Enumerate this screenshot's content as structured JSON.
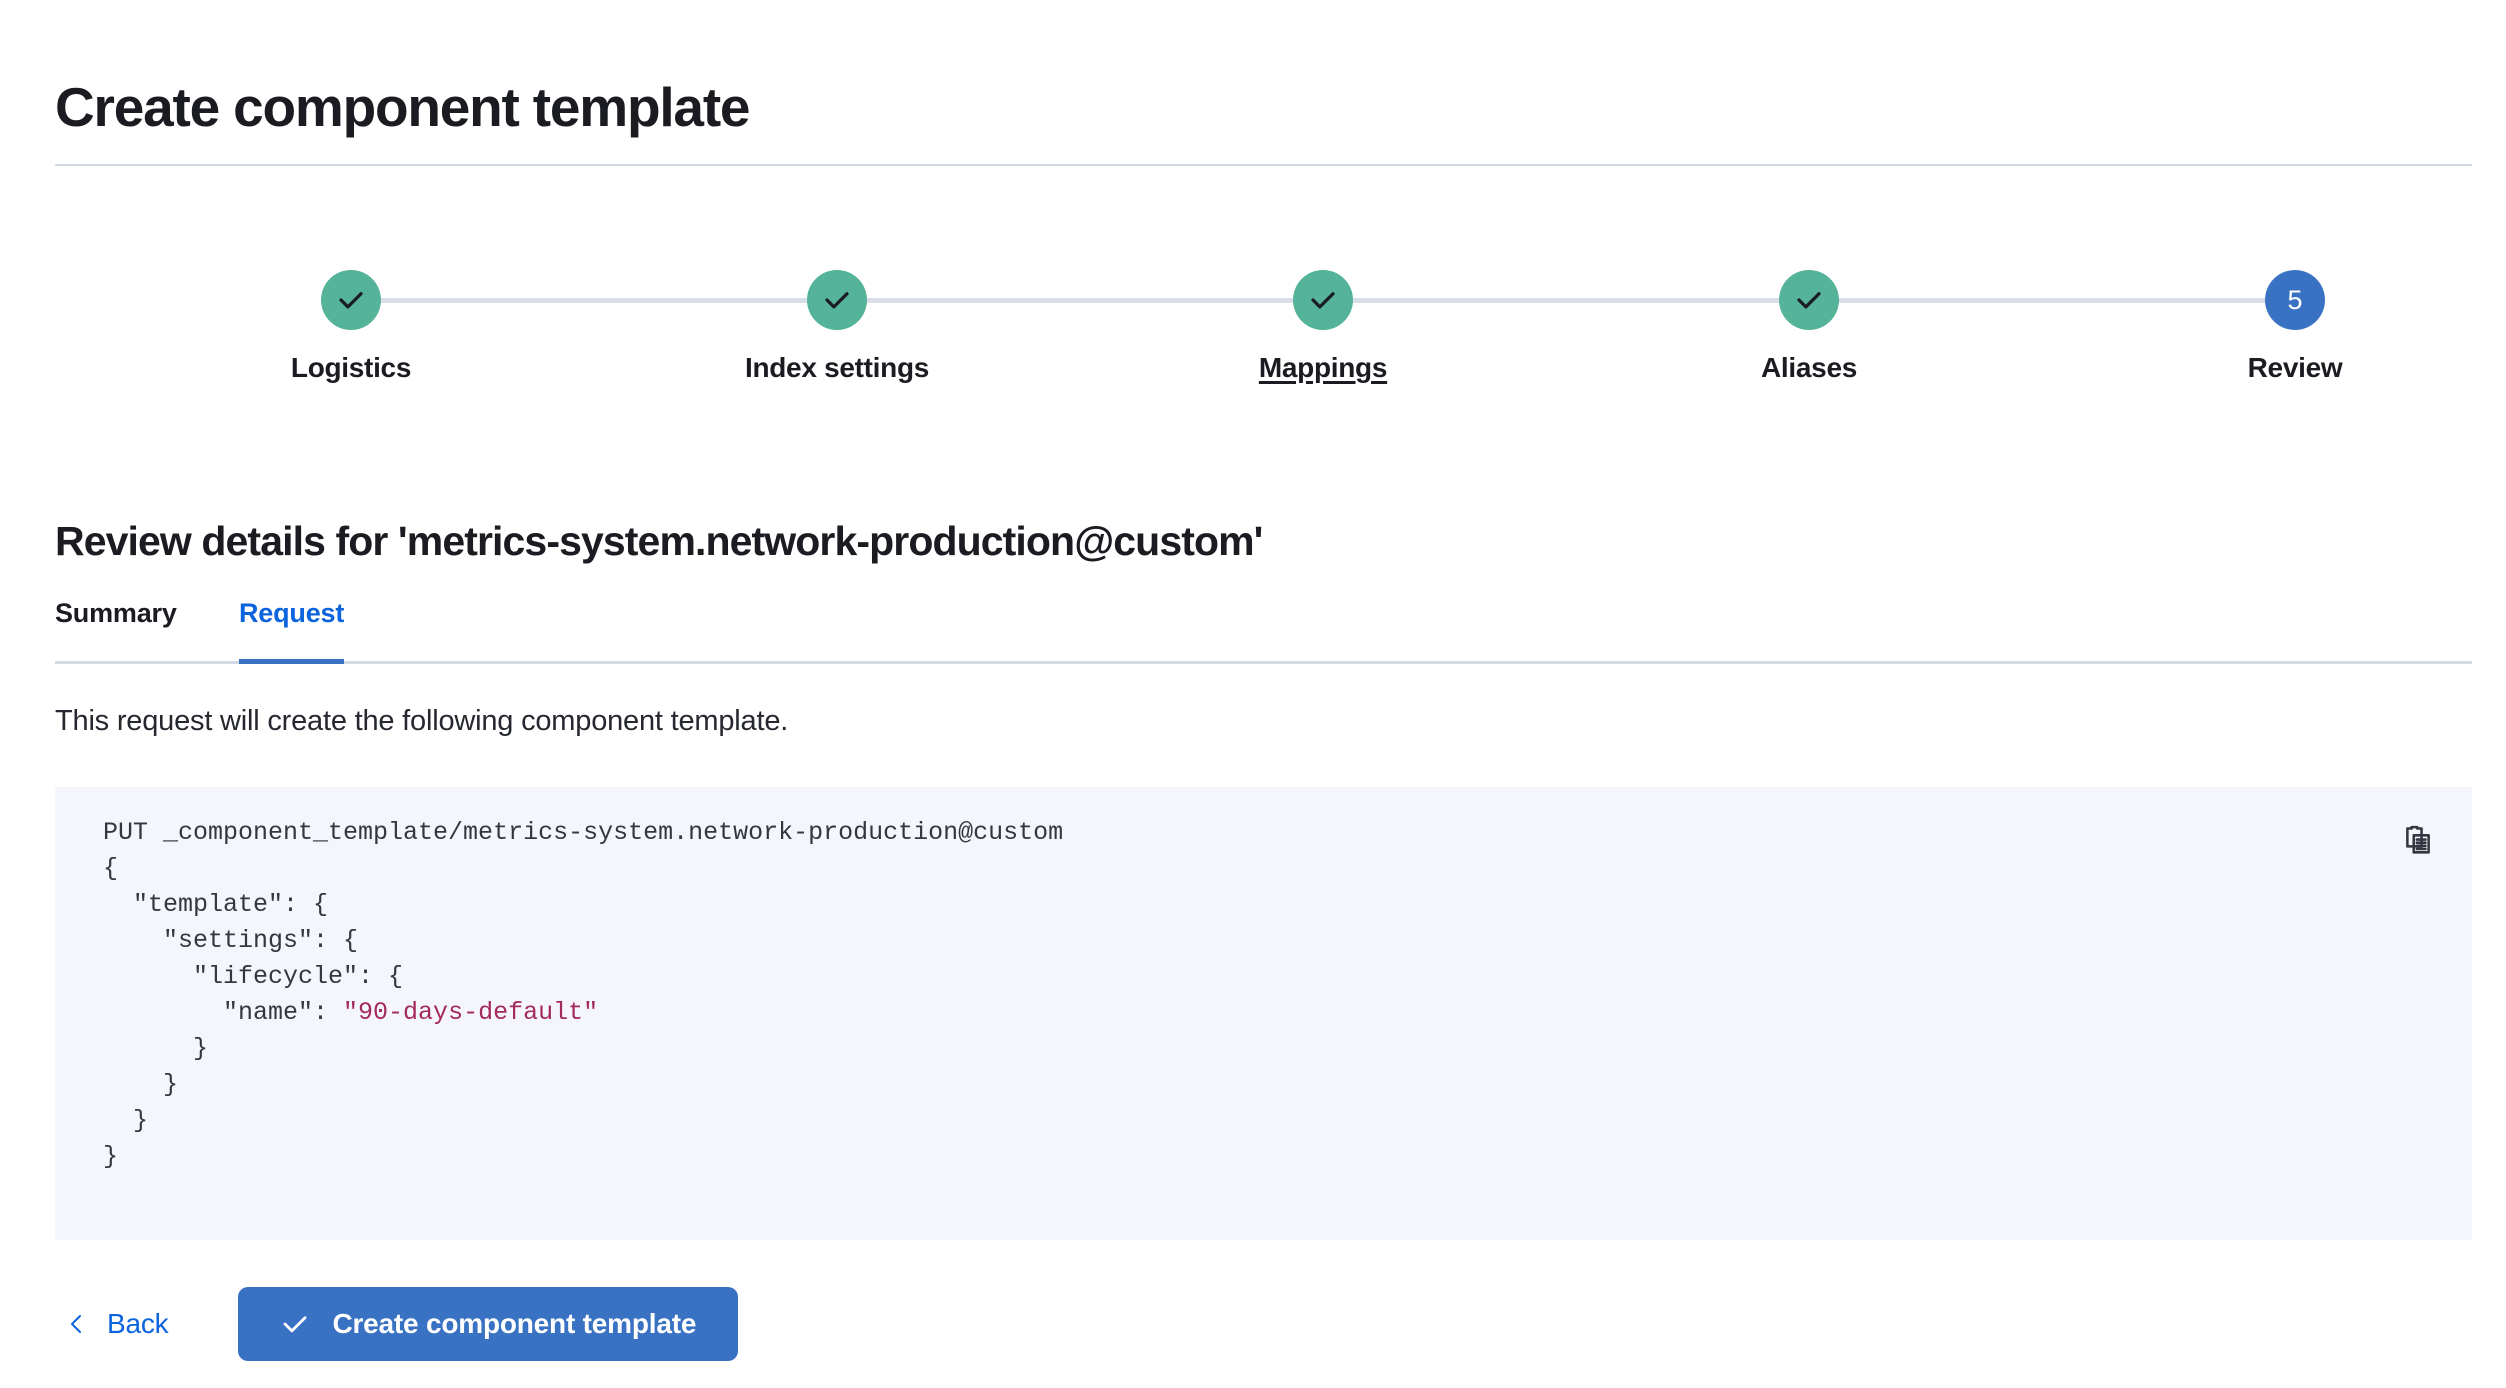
{
  "page": {
    "title": "Create component template"
  },
  "steps": {
    "items": [
      {
        "label": "Logistics",
        "state": "complete",
        "icon": "check-icon",
        "number": "1",
        "underlined": false
      },
      {
        "label": "Index settings",
        "state": "complete",
        "icon": "check-icon",
        "number": "2",
        "underlined": false
      },
      {
        "label": "Mappings",
        "state": "complete",
        "icon": "check-icon",
        "number": "3",
        "underlined": true
      },
      {
        "label": "Aliases",
        "state": "complete",
        "icon": "check-icon",
        "number": "4",
        "underlined": false
      },
      {
        "label": "Review",
        "state": "current",
        "icon": "step-number",
        "number": "5",
        "underlined": false
      }
    ],
    "complete_color": "#54b399",
    "current_color": "#3a72c3",
    "connector_color": "#d8dde8"
  },
  "review": {
    "heading": "Review details for 'metrics-system.network-production@custom'"
  },
  "tabs": {
    "items": [
      {
        "label": "Summary",
        "active": false
      },
      {
        "label": "Request",
        "active": true
      }
    ],
    "active_color": "#0b64dd",
    "underline_color": "#3a72c3"
  },
  "request": {
    "description": "This request will create the following component template.",
    "code_method": "PUT",
    "code_path": "_component_template/metrics-system.network-production@custom",
    "code_body_lines": [
      "{",
      "  \"template\": {",
      "    \"settings\": {",
      "      \"lifecycle\": {",
      "        \"name\": \"90-days-default\"",
      "      }",
      "    }",
      "  }",
      "}"
    ],
    "string_value": "\"90-days-default\"",
    "string_color": "#a4295c",
    "background": "#f4f6fb",
    "copy_icon": "copy-clipboard-icon"
  },
  "footer": {
    "back_label": "Back",
    "back_icon": "chevron-left-icon",
    "submit_label": "Create component template",
    "submit_icon": "check-icon",
    "submit_color": "#3a72c3"
  }
}
